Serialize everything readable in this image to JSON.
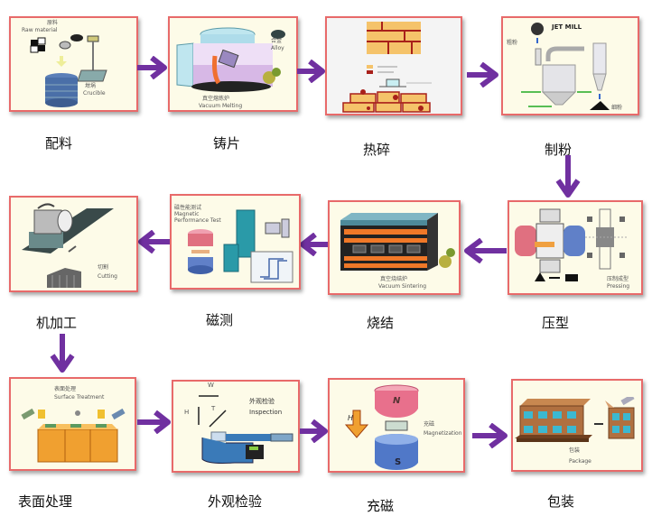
{
  "diagram_title": "Magnet manufacturing process flow",
  "accent_colors": {
    "arrow": "#7030a0",
    "box_border": "#e86a6a",
    "box_fill": "#fdfbe8"
  },
  "steps": [
    {
      "id": 1,
      "caption": "配料",
      "inner_labels": [
        "原料",
        "Raw material",
        "坩埚",
        "Crucible"
      ]
    },
    {
      "id": 2,
      "caption": "铸片",
      "inner_labels": [
        "合金",
        "Alloy",
        "真空熔炼炉",
        "Vacuum Melting"
      ]
    },
    {
      "id": 3,
      "caption": "热碎",
      "inner_labels": []
    },
    {
      "id": 4,
      "caption": "制粉",
      "inner_labels": [
        "JET MILL",
        "粗粉",
        "细粉"
      ]
    },
    {
      "id": 5,
      "caption": "压型",
      "inner_labels": [
        "压制成型",
        "Pressing"
      ]
    },
    {
      "id": 6,
      "caption": "烧结",
      "inner_labels": [
        "真空烧结炉",
        "Vacuum Sintering"
      ]
    },
    {
      "id": 7,
      "caption": "磁测",
      "inner_labels": [
        "磁性能测试",
        "Magnetic",
        "Performance Test"
      ]
    },
    {
      "id": 8,
      "caption": "机加工",
      "inner_labels": [
        "切割",
        "Cutting"
      ]
    },
    {
      "id": 9,
      "caption": "表面处理",
      "inner_labels": [
        "表面处理",
        "Surface Treatment"
      ]
    },
    {
      "id": 10,
      "caption": "外观检验",
      "inner_labels": [
        "W",
        "H",
        "T",
        "外观检验",
        "Inspection"
      ]
    },
    {
      "id": 11,
      "caption": "充磁",
      "inner_labels": [
        "N",
        "S",
        "H",
        "充磁",
        "Magnetization"
      ]
    },
    {
      "id": 12,
      "caption": "包装",
      "inner_labels": [
        "包装",
        "Package"
      ]
    }
  ],
  "flow": [
    {
      "from": 1,
      "to": 2,
      "direction": "right"
    },
    {
      "from": 2,
      "to": 3,
      "direction": "right"
    },
    {
      "from": 3,
      "to": 4,
      "direction": "right"
    },
    {
      "from": 4,
      "to": 5,
      "direction": "down"
    },
    {
      "from": 5,
      "to": 6,
      "direction": "left"
    },
    {
      "from": 6,
      "to": 7,
      "direction": "left"
    },
    {
      "from": 7,
      "to": 8,
      "direction": "left"
    },
    {
      "from": 8,
      "to": 9,
      "direction": "down"
    },
    {
      "from": 9,
      "to": 10,
      "direction": "right"
    },
    {
      "from": 10,
      "to": 11,
      "direction": "right"
    },
    {
      "from": 11,
      "to": 12,
      "direction": "right"
    }
  ]
}
